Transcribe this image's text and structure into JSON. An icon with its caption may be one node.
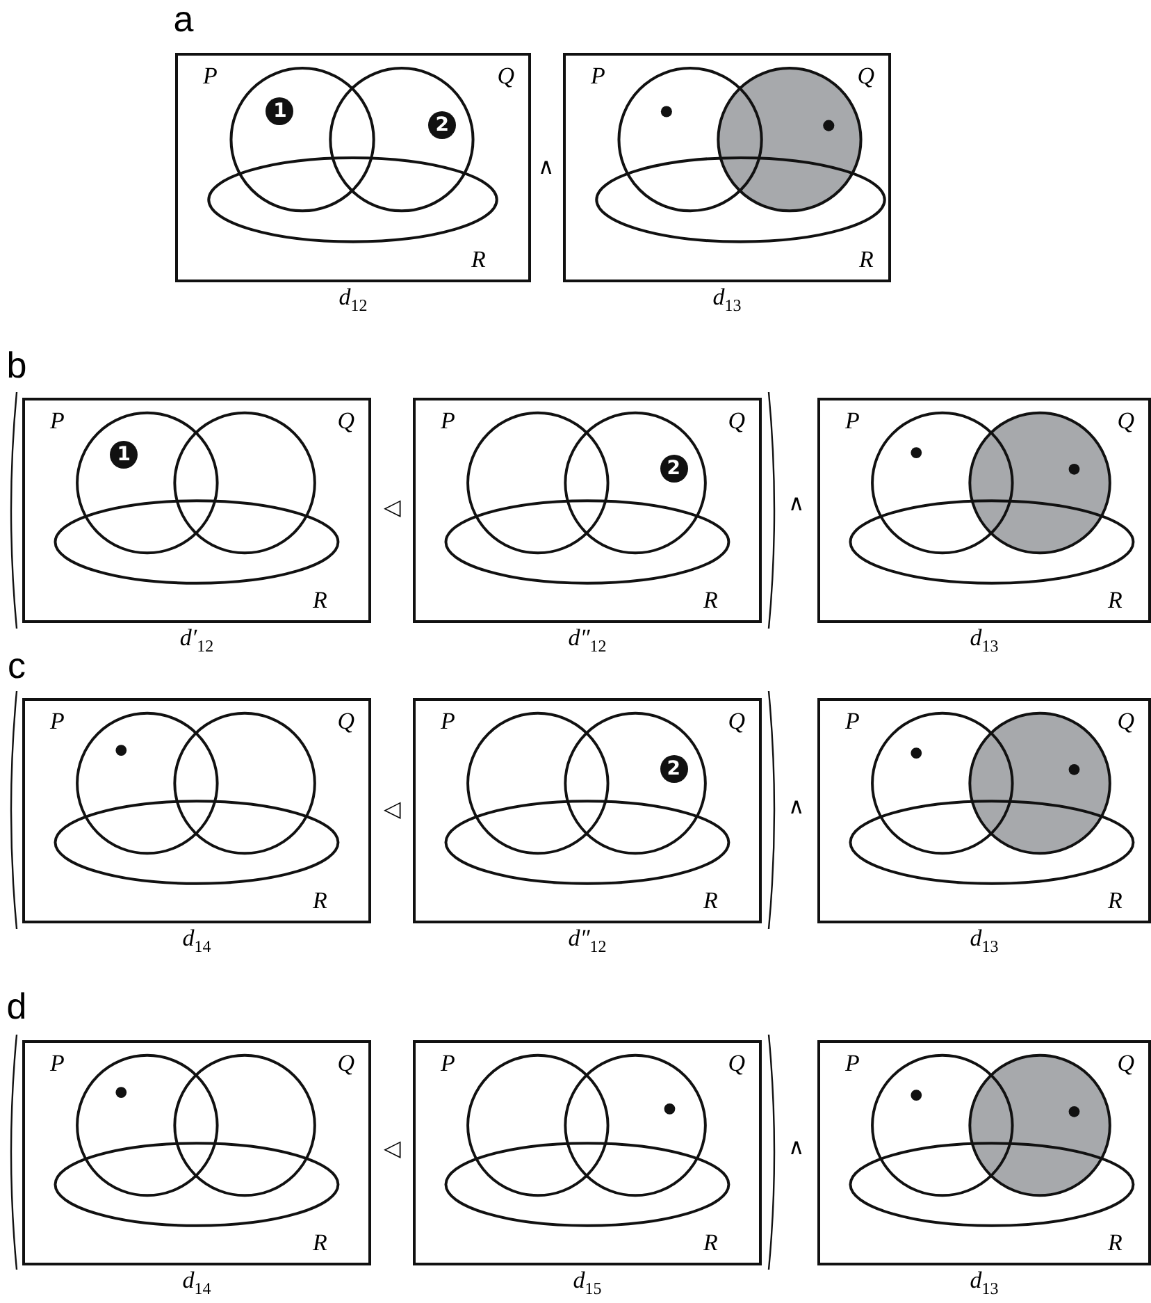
{
  "diagram": {
    "nodes": [
      {
        "text": [
          "P",
          "Q",
          "R"
        ],
        "beside": [
          "d$_{12}$"
        ]
      },
      {
        "text": [
          "1"
        ],
        "in": 0
      },
      {
        "text": [
          "2"
        ],
        "in": 0
      },
      {
        "text": [
          "P",
          "Q",
          "R"
        ],
        "beside": [
          "d$_{13}$"
        ]
      },
      {
        "text": [
          "P",
          "Q",
          "R"
        ],
        "beside": [
          "d′$_{12}$"
        ]
      },
      {
        "text": [
          "1"
        ],
        "in": 4
      },
      {
        "text": [
          "P",
          "Q",
          "R"
        ],
        "beside": [
          "d″$_{12}$"
        ]
      },
      {
        "text": [
          "2"
        ],
        "in": 6
      },
      {
        "text": [
          "P",
          "Q",
          "R"
        ],
        "beside": [
          "d$_{13}$"
        ]
      },
      {
        "text": [
          "P",
          "Q",
          "R"
        ],
        "beside": [
          "d$_{14}$"
        ]
      },
      {
        "text": [
          "P",
          "Q",
          "R"
        ],
        "beside": [
          "d″$_{12}$"
        ]
      },
      {
        "text": [
          "2"
        ],
        "in": 10
      },
      {
        "text": [
          "P",
          "Q",
          "R"
        ],
        "beside": [
          "d$_{13}$"
        ]
      },
      {
        "text": [
          "P",
          "Q",
          "R"
        ],
        "beside": [
          "d$_{14}$"
        ]
      },
      {
        "text": [
          "P",
          "Q",
          "R"
        ],
        "beside": [
          "d$_{15}$"
        ]
      },
      {
        "text": [
          "P",
          "Q",
          "R"
        ],
        "beside": [
          "d$_{13}$"
        ]
      }
    ],
    "edges": [],
    "labels": [
      "a",
      "∧",
      "b",
      "◁",
      "∧",
      "c",
      "◁",
      "∧",
      "d",
      "◁",
      "∧"
    ]
  }
}
